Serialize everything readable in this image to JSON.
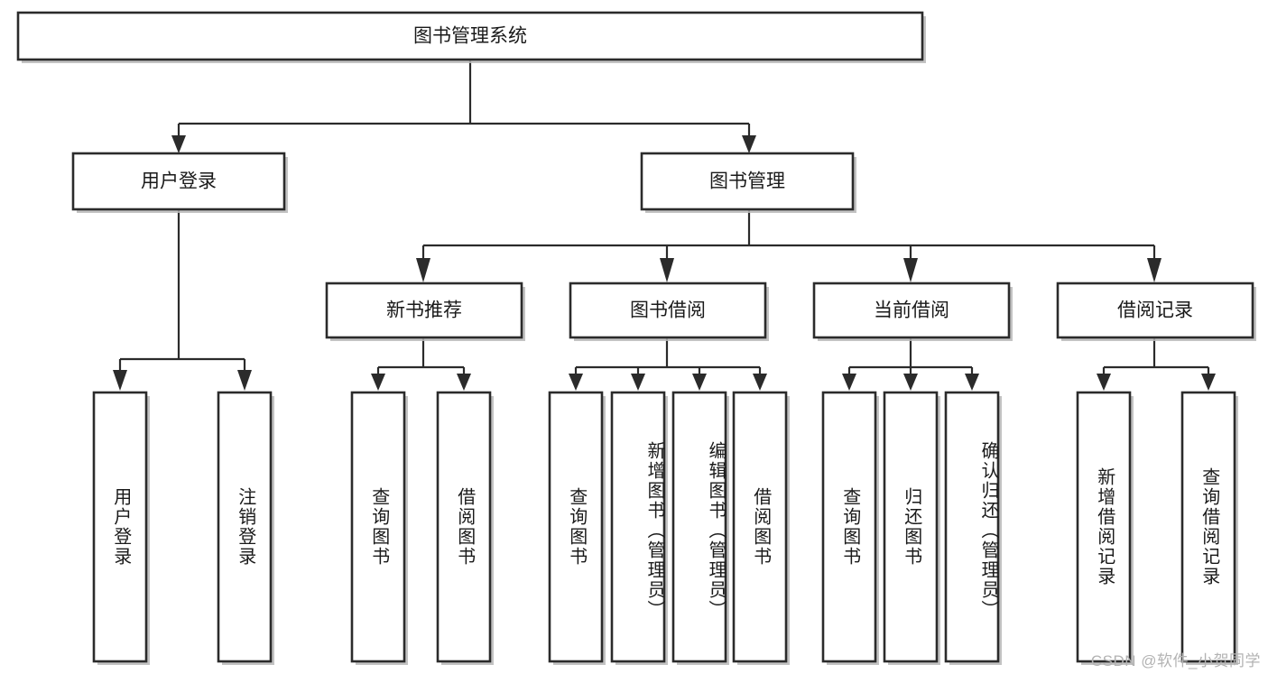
{
  "diagram": {
    "type": "tree",
    "title": "图书管理系统",
    "orientation": "top-down",
    "watermark": "CSDN @软件_小贺同学",
    "colors": {
      "box_fill": "#ffffff",
      "box_stroke": "#2b2b2b",
      "shadow": "#b9b9b9",
      "text": "#1a1a1a",
      "watermark": "#b3b3b3",
      "background": "#ffffff"
    },
    "levels": {
      "root": {
        "label": "图书管理系统"
      },
      "level2": [
        {
          "label": "用户登录"
        },
        {
          "label": "图书管理"
        }
      ],
      "level3": [
        {
          "label": "新书推荐",
          "parent": "图书管理"
        },
        {
          "label": "图书借阅",
          "parent": "图书管理"
        },
        {
          "label": "当前借阅",
          "parent": "图书管理"
        },
        {
          "label": "借阅记录",
          "parent": "图书管理"
        }
      ],
      "leaves": [
        {
          "label": "用户登录",
          "parent": "用户登录"
        },
        {
          "label": "注销登录",
          "parent": "用户登录"
        },
        {
          "label": "查询图书",
          "parent": "新书推荐"
        },
        {
          "label": "借阅图书",
          "parent": "新书推荐"
        },
        {
          "label": "查询图书",
          "parent": "图书借阅"
        },
        {
          "label": "新增图书（管理员）",
          "parent": "图书借阅"
        },
        {
          "label": "编辑图书（管理员）",
          "parent": "图书借阅"
        },
        {
          "label": "借阅图书",
          "parent": "图书借阅"
        },
        {
          "label": "查询图书",
          "parent": "当前借阅"
        },
        {
          "label": "归还图书",
          "parent": "当前借阅"
        },
        {
          "label": "确认归还（管理员）",
          "parent": "当前借阅"
        },
        {
          "label": "新增借阅记录",
          "parent": "借阅记录"
        },
        {
          "label": "查询借阅记录",
          "parent": "借阅记录"
        }
      ]
    }
  },
  "nodes": {
    "root": "图书管理系统",
    "user_login": "用户登录",
    "book_manage": "图书管理",
    "new_book_rec": "新书推荐",
    "book_borrow": "图书借阅",
    "current_borrow": "当前借阅",
    "borrow_record": "借阅记录",
    "leaf_user_login": "用户登录",
    "leaf_logout": "注销登录",
    "leaf_query_book_1": "查询图书",
    "leaf_borrow_book_1": "借阅图书",
    "leaf_query_book_2": "查询图书",
    "leaf_add_book_admin": "新增图书（管理员）",
    "leaf_edit_book_admin": "编辑图书（管理员）",
    "leaf_borrow_book_2": "借阅图书",
    "leaf_query_book_3": "查询图书",
    "leaf_return_book": "归还图书",
    "leaf_confirm_return_admin": "确认归还（管理员）",
    "leaf_add_record": "新增借阅记录",
    "leaf_query_record": "查询借阅记录"
  },
  "footer": {
    "watermark": "CSDN @软件_小贺同学"
  }
}
